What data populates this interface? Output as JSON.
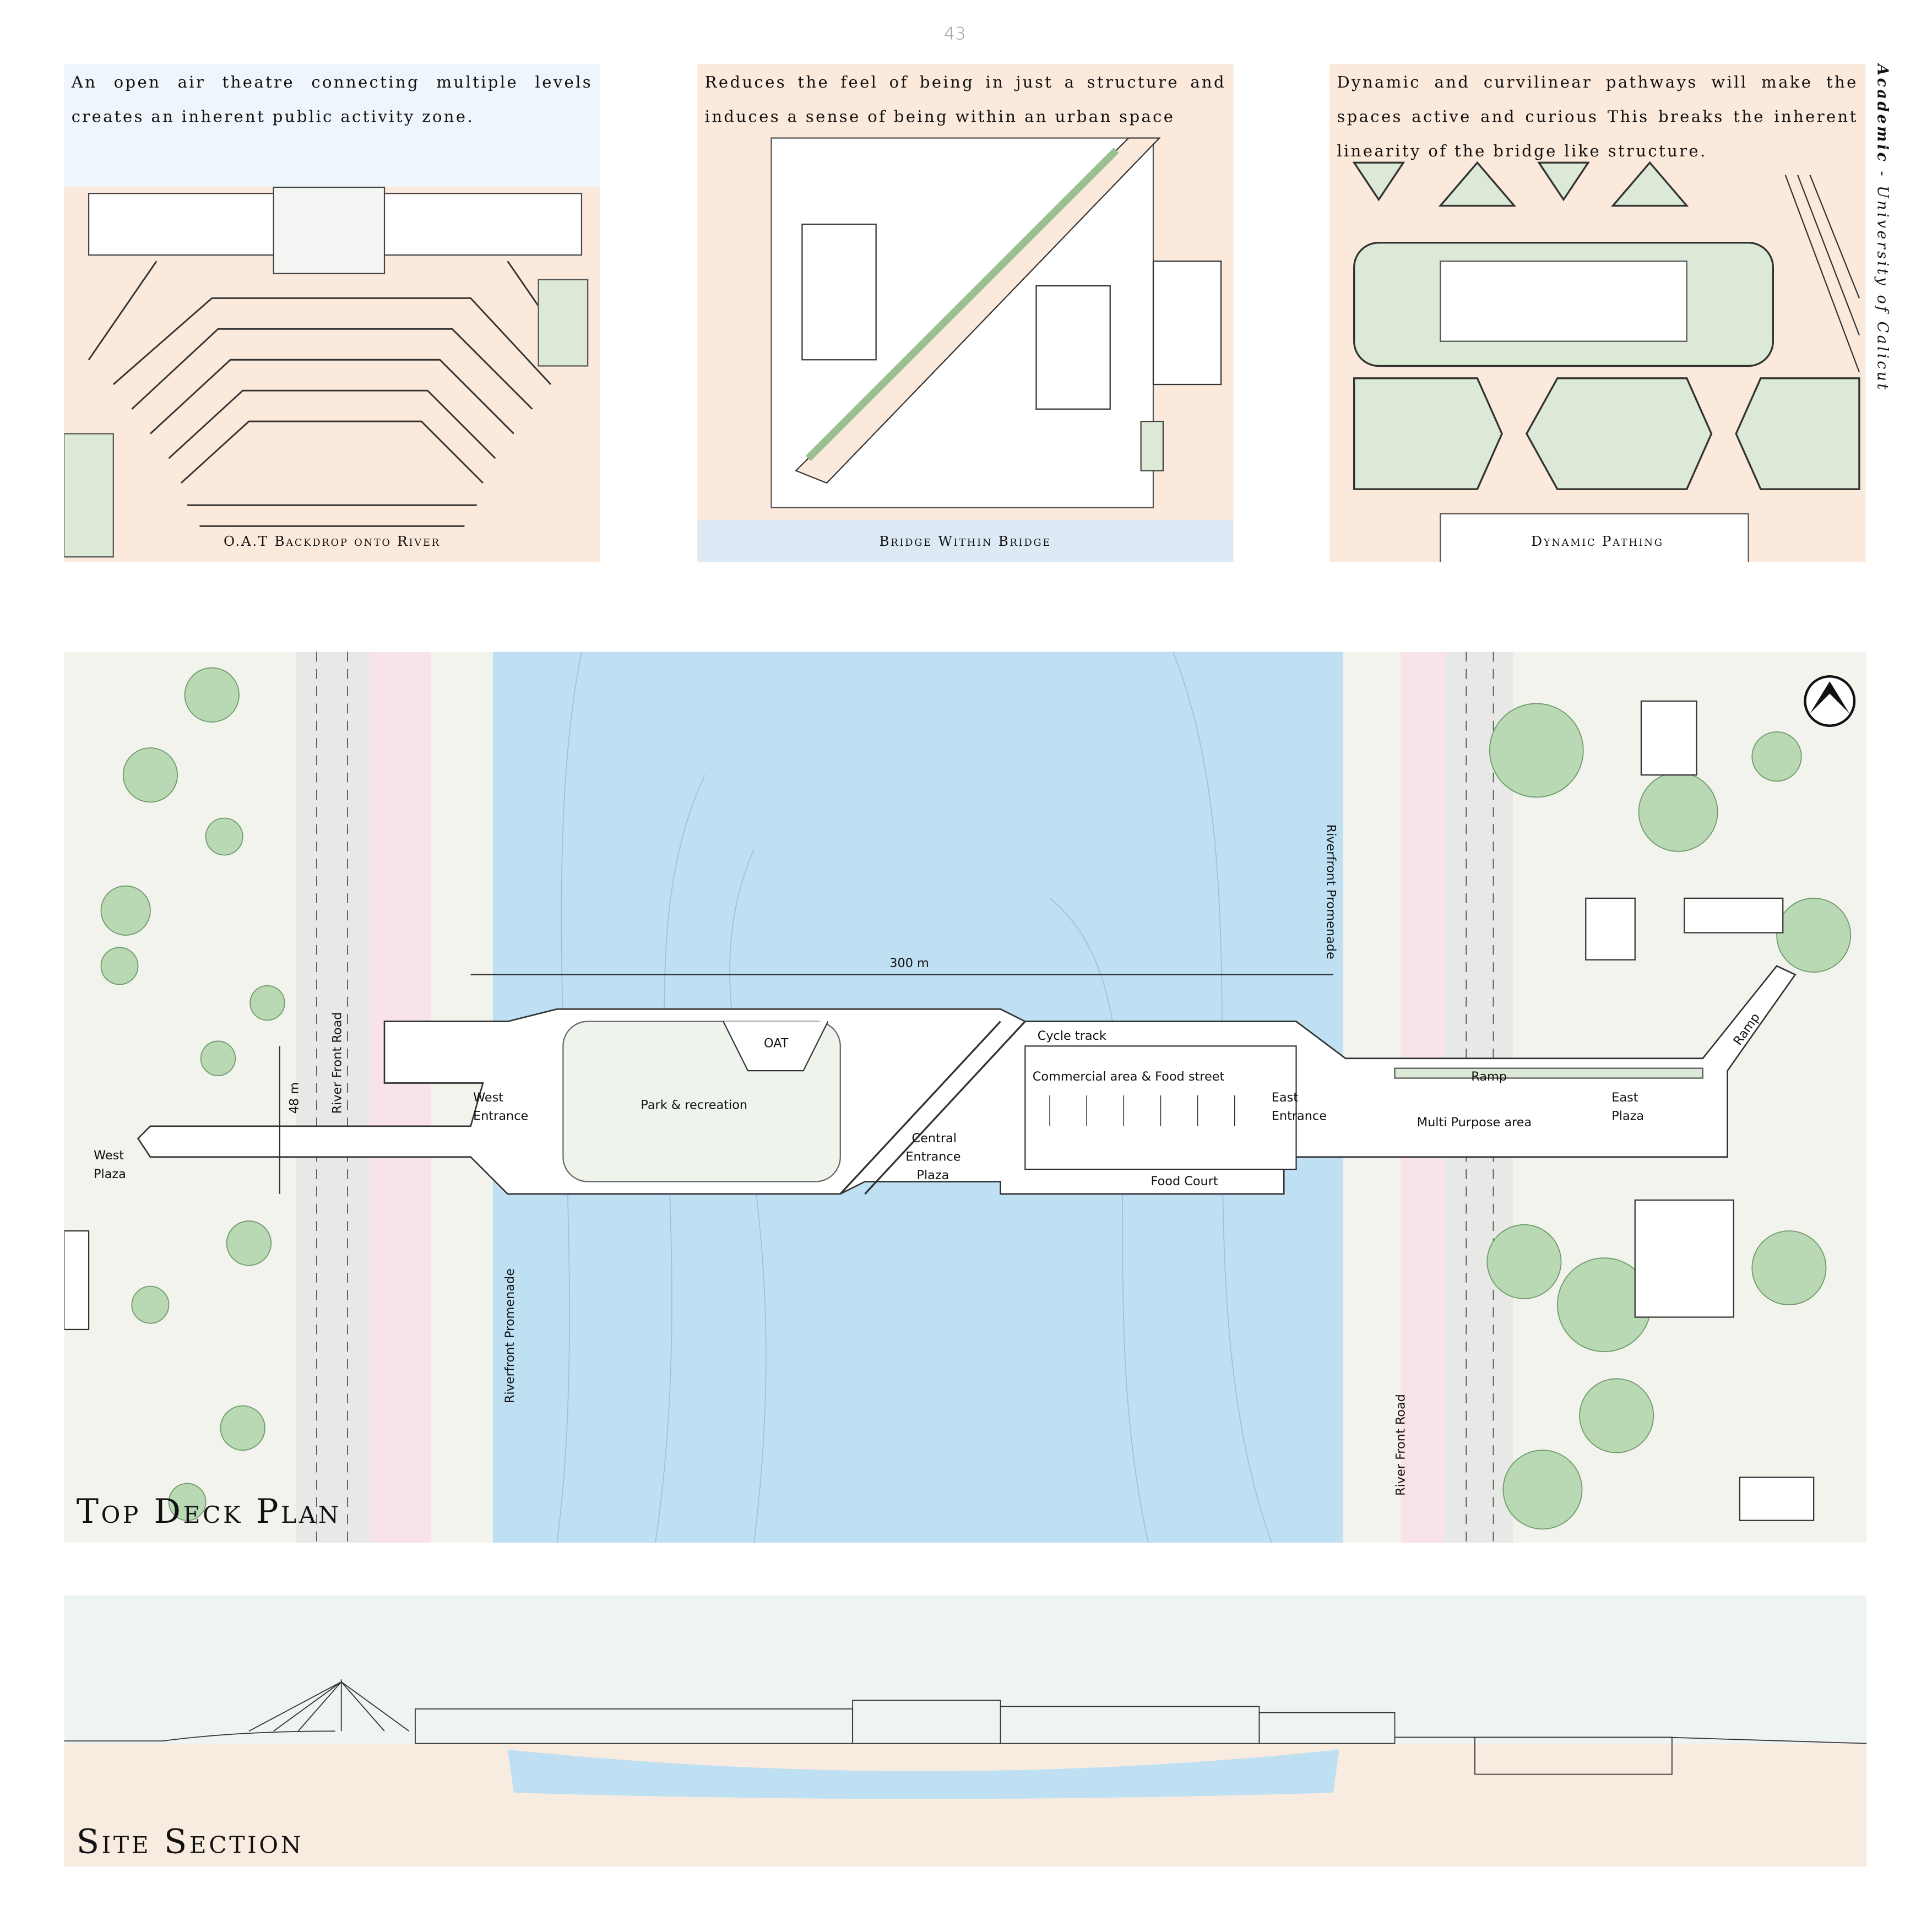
{
  "page_number": "43",
  "side_text": {
    "bold": "Academic",
    "rest": " - University of Calicut"
  },
  "panels": [
    {
      "lines": [
        "An open air theatre connecting multiple levels",
        "creates an inherent public activity zone."
      ],
      "caption": "O.A.T Backdrop onto River"
    },
    {
      "lines": [
        "Reduces the feel of being in just a structure and",
        "induces a sense of being within an urban space"
      ],
      "caption": "Bridge Within Bridge"
    },
    {
      "lines": [
        "Dynamic and curvilinear pathways will make the",
        "spaces active and curious This breaks the inherent",
        "linearity of the bridge like structure."
      ],
      "caption": "Dynamic Pathing"
    }
  ],
  "plan": {
    "title": "Top Deck Plan",
    "labels": {
      "span": "300 m",
      "width": "48 m",
      "road_west": "River Front Road",
      "road_east": "River Front Road",
      "promenade_west": "Riverfront Promenade",
      "promenade_east": "Riverfront Promenade",
      "west_plaza_1": "West",
      "west_plaza_2": "Plaza",
      "west_entrance_1": "West",
      "west_entrance_2": "Entrance",
      "park": "Park & recreation",
      "oat": "OAT",
      "central_1": "Central",
      "central_2": "Entrance",
      "central_3": "Plaza",
      "cycle": "Cycle track",
      "commercial": "Commercial area & Food street",
      "food_court": "Food Court",
      "east_entrance_1": "East",
      "east_entrance_2": "Entrance",
      "multi": "Multi Purpose area",
      "ramp_deck": "Ramp",
      "ramp_diag": "Ramp",
      "east_plaza_1": "East",
      "east_plaza_2": "Plaza"
    },
    "colors": {
      "water": "#bfe0f2",
      "land": "#f3f3ee",
      "tree": "#b9d8b4",
      "deck": "#ffffff",
      "promenade": "#f8e4e8"
    }
  },
  "section": {
    "title": "Site Section"
  }
}
